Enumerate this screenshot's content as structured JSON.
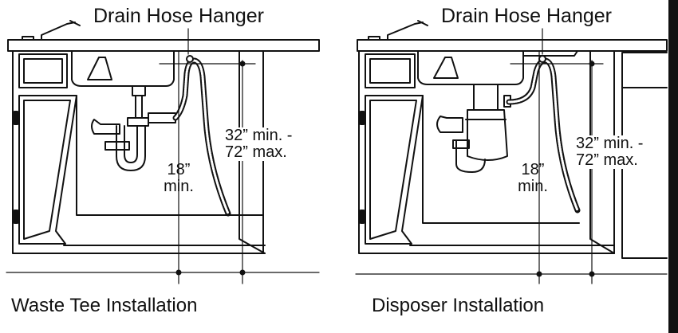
{
  "panels": [
    {
      "hanger_label": "Drain Hose Hanger",
      "min_label_line1": "18”",
      "min_label_line2": "min.",
      "range_label_line1": "32” min. -",
      "range_label_line2": "72” max.",
      "caption": "Waste Tee Installation"
    },
    {
      "hanger_label": "Drain Hose Hanger",
      "min_label_line1": "18”",
      "min_label_line2": "min.",
      "range_label_line1": "32” min. -",
      "range_label_line2": "72” max.",
      "caption": "Disposer Installation"
    }
  ],
  "colors": {
    "line": "#111111",
    "background": "#ffffff"
  }
}
